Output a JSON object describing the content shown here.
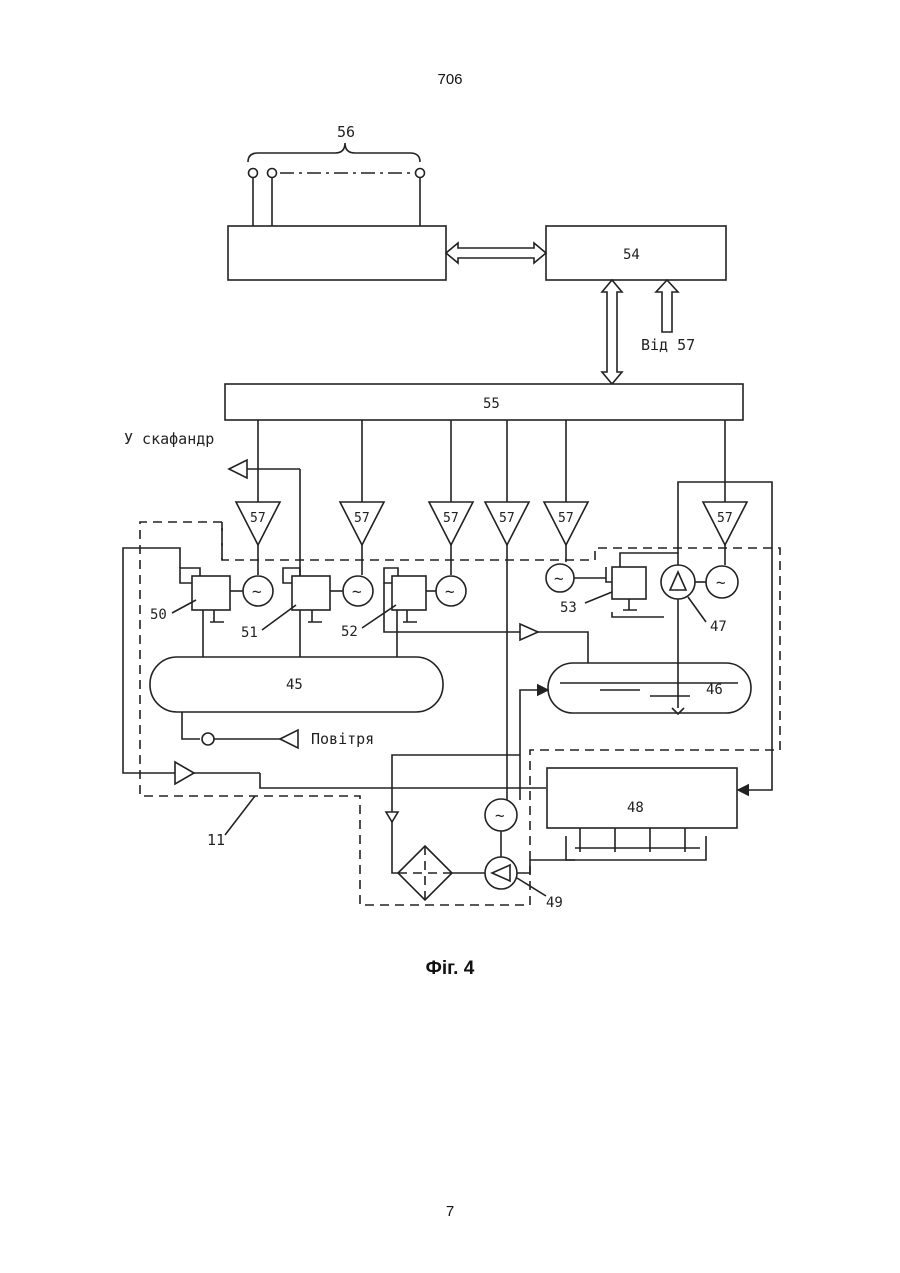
{
  "page": {
    "top_number": "706",
    "bottom_number": "7"
  },
  "figure": {
    "caption": "Фіг. 4",
    "labels": {
      "l56": "56",
      "l54": "54",
      "l55": "55",
      "l57": "57",
      "l45": "45",
      "l46": "46",
      "l47": "47",
      "l48": "48",
      "l49": "49",
      "l50": "50",
      "l51": "51",
      "l52": "52",
      "l53": "53",
      "l11": "11",
      "from57": "Від 57",
      "to_suit": "У скафандр",
      "air": "Повітря"
    },
    "motor_symbol": "~"
  }
}
